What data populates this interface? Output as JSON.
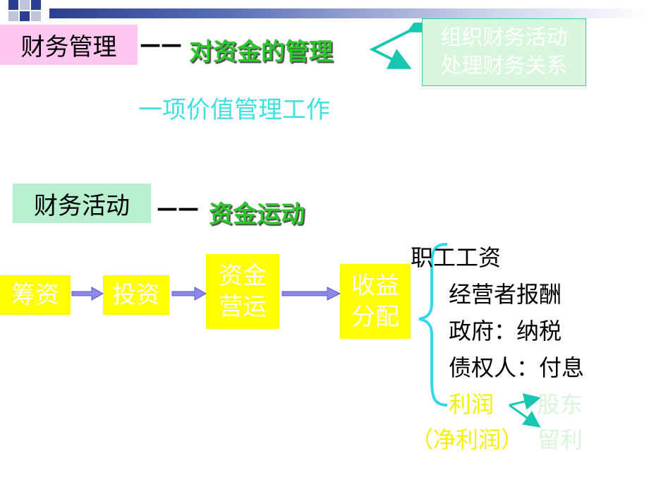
{
  "title_label": "财务管理",
  "dash1": "——",
  "def1": "对资金的管理",
  "branch_box": {
    "line1": "组织财务活动",
    "line2": "处理财务关系"
  },
  "value_mgmt": "一项价值管理工作",
  "activity_label": "财务活动",
  "dash2": "——",
  "def2": "资金运动",
  "flow": {
    "step1": "筹资",
    "step2": "投资",
    "step3_line1": "资金",
    "step3_line2": "营运",
    "step4_line1": "收益",
    "step4_line2": "分配"
  },
  "distribution": {
    "item1": "职工工资",
    "item2": "经营者报酬",
    "item3": "政府：纳税",
    "item4": "债权人：付息",
    "item5": "利润",
    "net_profit": "（净利润）",
    "shareholders": "股东",
    "retained": "留利"
  },
  "colors": {
    "pink": "#ffc6f0",
    "mint": "#b8f0cf",
    "green": "#2dc72d",
    "cyan": "#3fe0e0",
    "yellow": "#ffff00",
    "arrow_teal": "#17c7b0",
    "flow_arrow": "#8b88e8"
  }
}
